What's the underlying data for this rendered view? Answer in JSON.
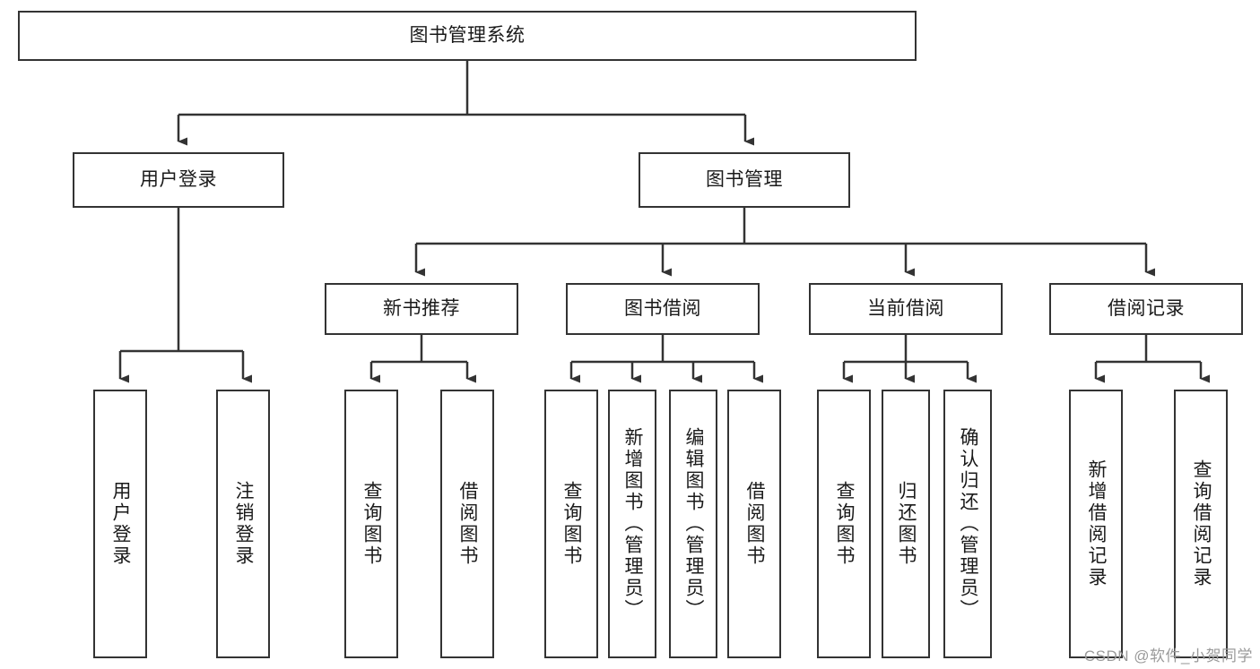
{
  "diagram": {
    "type": "tree-hierarchy-chart",
    "title": "图书管理系统",
    "stroke_color": "#333333",
    "fill_color": "#ffffff",
    "text_color": "#1a1a1a",
    "root": {
      "label": "图书管理系统"
    },
    "level2": [
      {
        "id": "user-login",
        "label": "用户登录"
      },
      {
        "id": "book-management",
        "label": "图书管理"
      }
    ],
    "level3": [
      {
        "id": "new-book-recommend",
        "label": "新书推荐",
        "parent": "book-management"
      },
      {
        "id": "book-borrow",
        "label": "图书借阅",
        "parent": "book-management"
      },
      {
        "id": "current-borrow",
        "label": "当前借阅",
        "parent": "book-management"
      },
      {
        "id": "borrow-record",
        "label": "借阅记录",
        "parent": "book-management"
      }
    ],
    "leaves": [
      {
        "id": "leaf-user-login",
        "label": "用户登录",
        "parent": "user-login"
      },
      {
        "id": "leaf-logout",
        "label": "注销登录",
        "parent": "user-login"
      },
      {
        "id": "leaf-query-book-1",
        "label": "查询图书",
        "parent": "new-book-recommend"
      },
      {
        "id": "leaf-borrow-book-1",
        "label": "借阅图书",
        "parent": "new-book-recommend"
      },
      {
        "id": "leaf-query-book-2",
        "label": "查询图书",
        "parent": "book-borrow"
      },
      {
        "id": "leaf-add-book",
        "label": "新增图书（管理员）",
        "parent": "book-borrow"
      },
      {
        "id": "leaf-edit-book",
        "label": "编辑图书（管理员）",
        "parent": "book-borrow"
      },
      {
        "id": "leaf-borrow-book-2",
        "label": "借阅图书",
        "parent": "book-borrow"
      },
      {
        "id": "leaf-query-book-3",
        "label": "查询图书",
        "parent": "current-borrow"
      },
      {
        "id": "leaf-return-book",
        "label": "归还图书",
        "parent": "current-borrow"
      },
      {
        "id": "leaf-confirm-return",
        "label": "确认归还（管理员）",
        "parent": "current-borrow"
      },
      {
        "id": "leaf-add-record",
        "label": "新增借阅记录",
        "parent": "borrow-record"
      },
      {
        "id": "leaf-query-record",
        "label": "查询借阅记录",
        "parent": "borrow-record"
      }
    ]
  },
  "watermark": {
    "text": "CSDN @软件_小贺同学"
  }
}
